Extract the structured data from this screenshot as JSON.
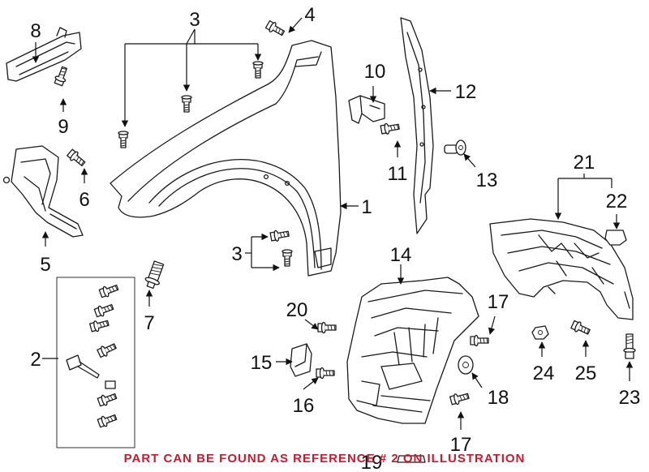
{
  "footer_note": "PART CAN BE FOUND AS REFERENCE # 2 ON ILLUSTRATION",
  "accent_color": "#d3162a",
  "callouts": {
    "c1": "1",
    "c2": "2",
    "c3a": "3",
    "c3b": "3",
    "c4": "4",
    "c5": "5",
    "c6": "6",
    "c7": "7",
    "c8": "8",
    "c9": "9",
    "c10": "10",
    "c11": "11",
    "c12": "12",
    "c13": "13",
    "c14": "14",
    "c15": "15",
    "c16": "16",
    "c17a": "17",
    "c17b": "17",
    "c18": "18",
    "c19": "19",
    "c20": "20",
    "c21": "21",
    "c22": "22",
    "c23": "23",
    "c24": "24",
    "c25": "25"
  }
}
